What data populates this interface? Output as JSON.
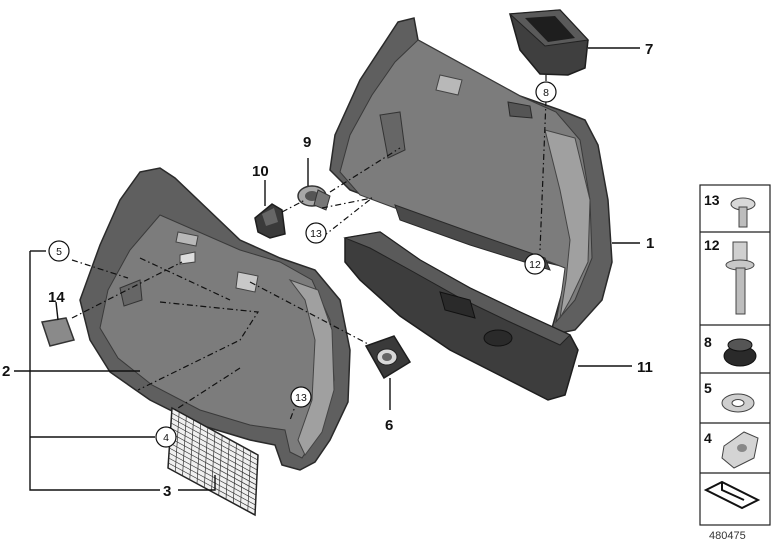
{
  "diagram": {
    "callouts": {
      "c1": "1",
      "c2": "2",
      "c3": "3",
      "c6": "6",
      "c7": "7",
      "c9": "9",
      "c10": "10",
      "c11": "11",
      "c14": "14"
    },
    "circled": {
      "c4": "4",
      "c5": "5",
      "c8": "8",
      "c12": "12",
      "c13a": "13",
      "c13b": "13"
    },
    "legend": [
      "13",
      "12",
      "8",
      "5",
      "4"
    ],
    "reference_number": "480475"
  }
}
